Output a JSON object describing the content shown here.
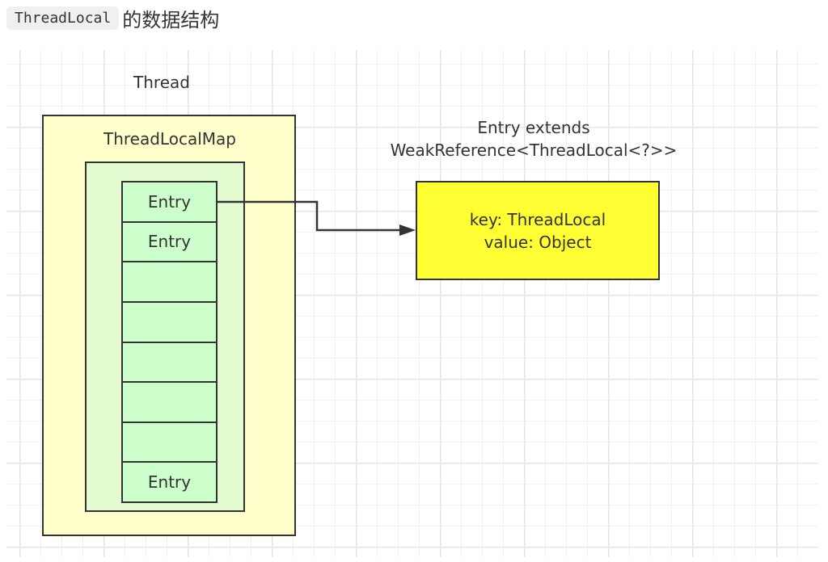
{
  "heading": {
    "code": "ThreadLocal",
    "text": "的数据结构"
  },
  "diagram": {
    "thread_label": "Thread",
    "map_label": "ThreadLocalMap",
    "entries": [
      "Entry",
      "Entry",
      "",
      "",
      "",
      "",
      "",
      "Entry"
    ],
    "entry_class_title_line1": "Entry extends",
    "entry_class_title_line2": "WeakReference<ThreadLocal<?>>",
    "entry_key": "key:  ThreadLocal",
    "entry_value": "value:  Object",
    "colors": {
      "thread_fill": "#ffffcc",
      "map_fill": "#e4fad0",
      "entry_fill": "#ccffcc",
      "entry_class_fill": "#ffff33",
      "stroke": "#333333"
    }
  }
}
